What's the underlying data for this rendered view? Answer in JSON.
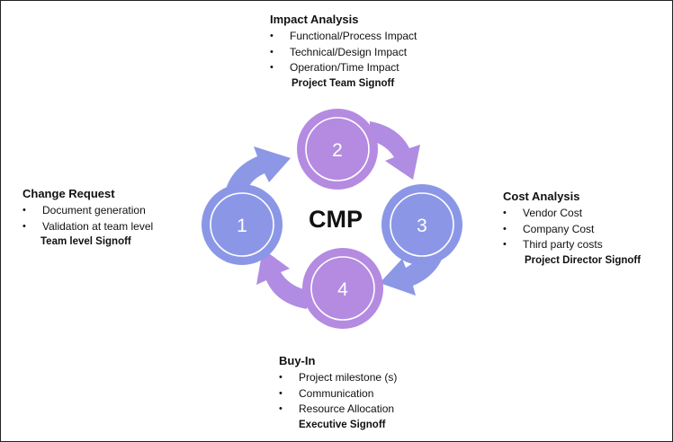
{
  "center_label": "CMP",
  "steps": [
    {
      "number": "1",
      "color": "#8b97e6"
    },
    {
      "number": "2",
      "color": "#b48be1"
    },
    {
      "number": "3",
      "color": "#8b97e6"
    },
    {
      "number": "4",
      "color": "#b48be1"
    }
  ],
  "blocks": {
    "impact": {
      "title": "Impact Analysis",
      "items": [
        "Functional/Process Impact",
        "Technical/Design Impact",
        "Operation/Time Impact"
      ],
      "signoff": "Project Team Signoff"
    },
    "change": {
      "title": "Change Request",
      "items": [
        "Document generation",
        "Validation at team level"
      ],
      "signoff": "Team level Signoff"
    },
    "cost": {
      "title": "Cost Analysis",
      "items": [
        "Vendor Cost",
        "Company Cost",
        "Third party costs"
      ],
      "signoff": "Project Director Signoff"
    },
    "buyin": {
      "title": "Buy-In",
      "items": [
        "Project milestone (s)",
        "Communication",
        "Resource Allocation"
      ],
      "signoff": "Executive Signoff"
    }
  }
}
